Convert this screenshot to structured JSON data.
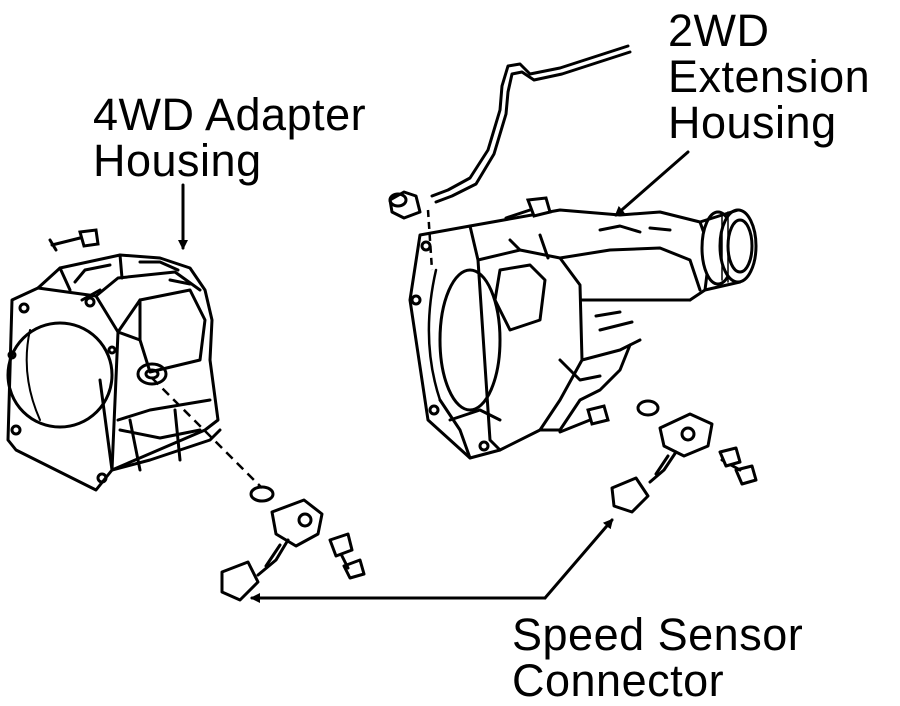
{
  "labels": {
    "adapter_housing": {
      "line1": "4WD Adapter",
      "line2": "Housing"
    },
    "extension_housing": {
      "line1": "2WD",
      "line2": "Extension",
      "line3": "Housing"
    },
    "speed_sensor": {
      "line1": "Speed Sensor",
      "line2": "Connector"
    }
  },
  "colors": {
    "ink": "#000000",
    "paper": "#ffffff"
  }
}
